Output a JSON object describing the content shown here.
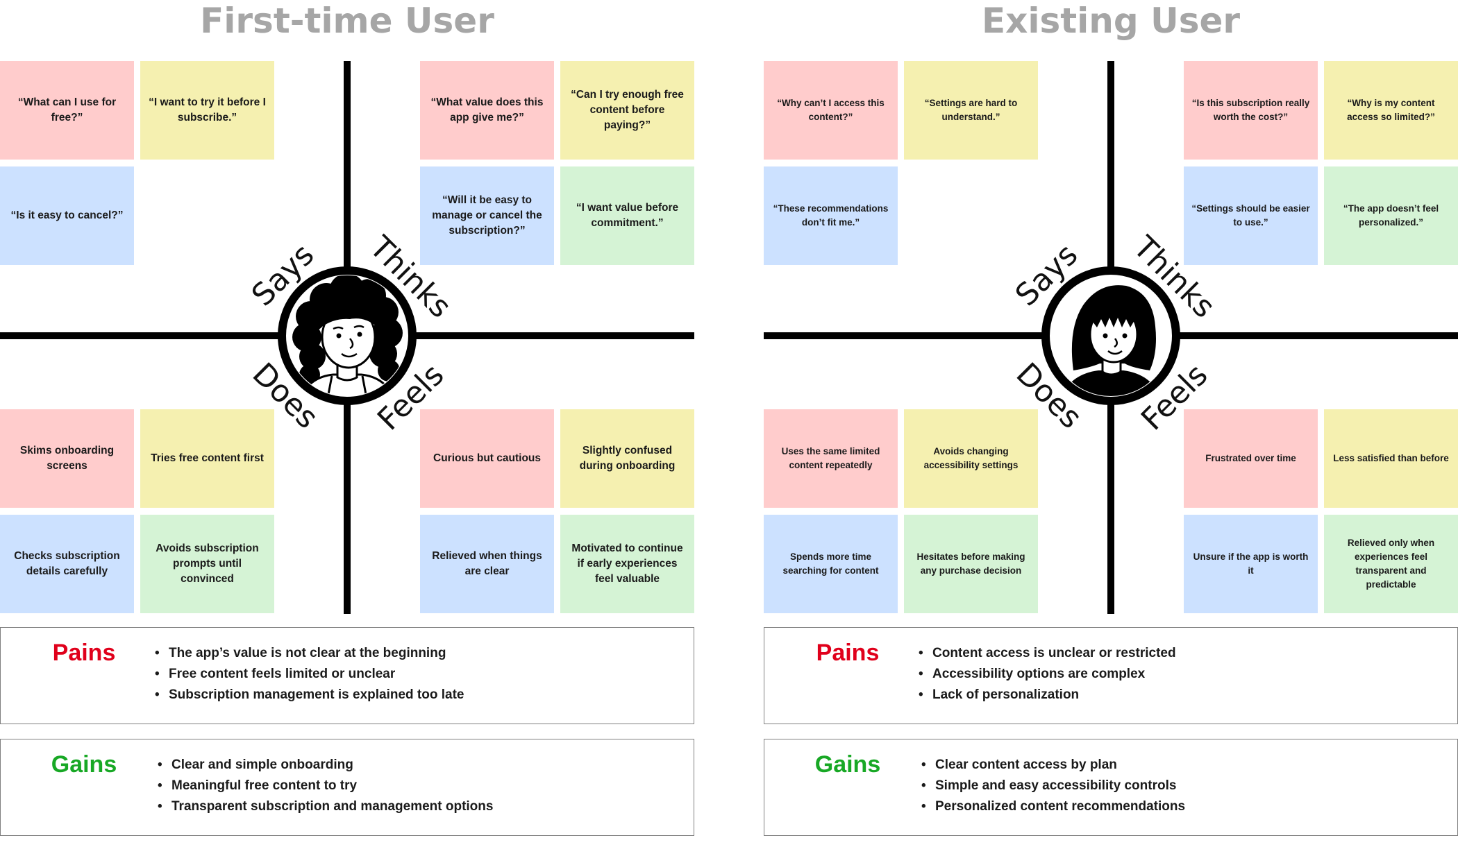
{
  "colors": {
    "title_gray": "#a6a6a6",
    "note_red": "#ffcccc",
    "note_yellow": "#f5f0b0",
    "note_blue": "#cce1ff",
    "note_green": "#d5f3d5",
    "pains_red": "#e0001b",
    "gains_green": "#18a825",
    "axis_black": "#000000"
  },
  "quadrant_labels": {
    "says": "Says",
    "thinks": "Thinks",
    "does": "Does",
    "feels": "Feels"
  },
  "first_time_user": {
    "title": "First-time User",
    "avatar_icon": "curly-hair-woman-avatar-icon",
    "says": [
      "“What can I use for free?”",
      "“I want to try it before I subscribe.”",
      "“Is it easy to cancel?”"
    ],
    "thinks": [
      "“What value does this app give me?”",
      "“Can I try enough free content before paying?”",
      "“Will it be easy to manage or cancel the subscription?”",
      "“I want value before commitment.”"
    ],
    "does": [
      "Skims onboarding screens",
      "Tries free content first",
      "Checks subscription details carefully",
      "Avoids subscription prompts until convinced"
    ],
    "feels": [
      "Curious but cautious",
      "Slightly confused during onboarding",
      "Relieved when things are clear",
      "Motivated to continue if early experiences feel valuable"
    ],
    "pains": {
      "heading": "Pains",
      "items": [
        "The app’s value is not clear at the beginning",
        "Free content feels limited or unclear",
        "Subscription management is explained too late"
      ]
    },
    "gains": {
      "heading": "Gains",
      "items": [
        "Clear and simple onboarding",
        "Meaningful free content to try",
        "Transparent subscription and management options"
      ]
    }
  },
  "existing_user": {
    "title": "Existing User",
    "avatar_icon": "bob-hair-woman-avatar-icon",
    "says": [
      "“Why can’t I access this content?”",
      "“Settings are hard to understand.”",
      "“These recommendations don’t fit me.”"
    ],
    "thinks": [
      "“Is this subscription really worth the cost?”",
      "“Why is my content access so limited?”",
      "“Settings should be easier to use.”",
      "“The app doesn’t feel personalized.”"
    ],
    "does": [
      "Uses the same limited content repeatedly",
      "Avoids changing accessibility settings",
      "Spends more time searching for content",
      "Hesitates before making any purchase decision"
    ],
    "feels": [
      "Frustrated over time",
      "Less satisfied than before",
      "Unsure if the app is worth it",
      "Relieved only when experiences feel transparent and predictable"
    ],
    "pains": {
      "heading": "Pains",
      "items": [
        "Content access is unclear or restricted",
        "Accessibility options are complex",
        "Lack of personalization"
      ]
    },
    "gains": {
      "heading": "Gains",
      "items": [
        "Clear content access by plan",
        "Simple and easy accessibility controls",
        "Personalized content recommendations"
      ]
    }
  }
}
